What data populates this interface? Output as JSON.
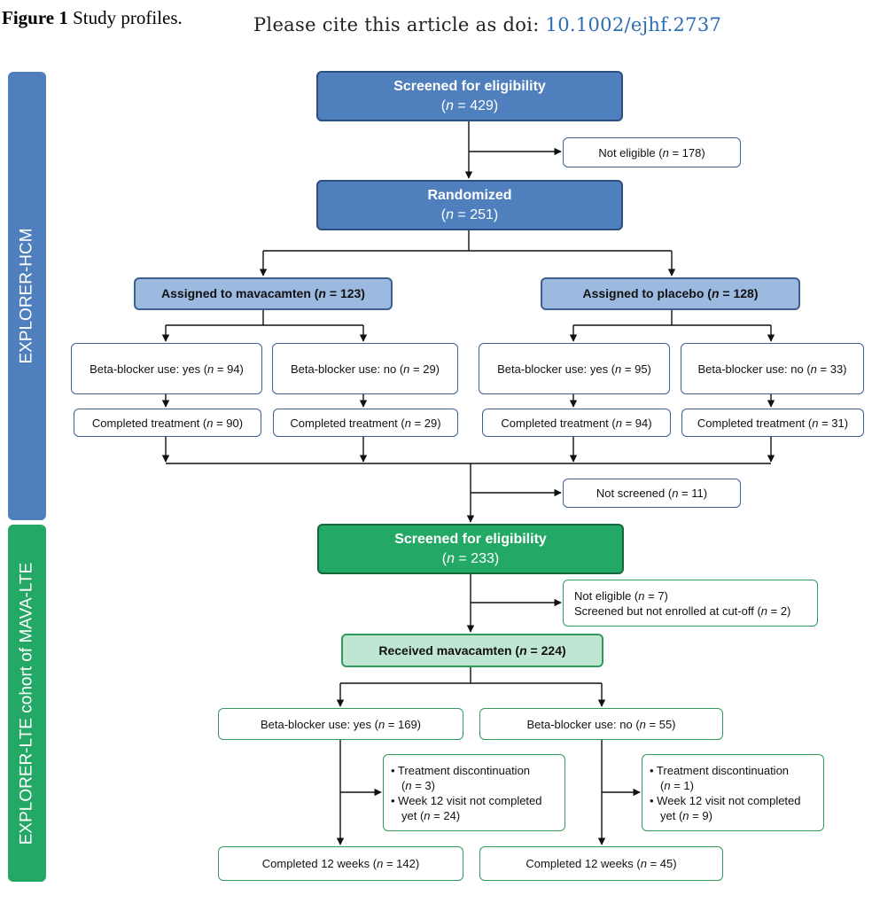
{
  "caption": {
    "label": "Figure 1",
    "text": "Study profiles."
  },
  "cite": {
    "text": "Please cite this article as doi: ",
    "doi": "10.1002/ejhf.2737"
  },
  "bands": {
    "top": "EXPLORER-HCM",
    "bottom": "EXPLORER-LTE cohort of MAVA-LTE"
  },
  "hcm": {
    "screened": {
      "title": "Screened for eligibility",
      "n": "(n = 429)"
    },
    "not_eligible": "Not eligible (n = 178)",
    "randomized": {
      "title": "Randomized",
      "n": "(n = 251)"
    },
    "arm_mava": "Assigned to mavacamten (n = 123)",
    "arm_placebo": "Assigned to placebo (n = 128)",
    "subgroups": [
      {
        "bb": "Beta-blocker use: yes (n = 94)",
        "completed": "Completed treatment (n = 90)"
      },
      {
        "bb": "Beta-blocker use: no (n = 29)",
        "completed": "Completed treatment (n = 29)"
      },
      {
        "bb": "Beta-blocker use: yes (n = 95)",
        "completed": "Completed treatment (n = 94)"
      },
      {
        "bb": "Beta-blocker use: no (n = 33)",
        "completed": "Completed treatment (n = 31)"
      }
    ],
    "not_screened": "Not screened (n = 11)"
  },
  "lte": {
    "screened": {
      "title": "Screened for eligibility",
      "n": "(n = 233)"
    },
    "excluded": {
      "line1": "Not eligible (n = 7)",
      "line2": "Screened but not enrolled at cut-off (n = 2)"
    },
    "received": "Received mavacamten (n = 224)",
    "groups": [
      {
        "bb": "Beta-blocker use: yes (n = 169)",
        "disc1": "• Treatment discontinuation",
        "disc1n": "(n = 3)",
        "disc2": "• Week 12 visit not completed",
        "disc2n": "yet (n = 24)",
        "completed": "Completed 12 weeks (n = 142)"
      },
      {
        "bb": "Beta-blocker use: no (n = 55)",
        "disc1": "• Treatment discontinuation",
        "disc1n": "(n = 1)",
        "disc2": "• Week 12 visit not completed",
        "disc2n": "yet (n = 9)",
        "completed": "Completed 12 weeks (n = 45)"
      }
    ]
  },
  "colors": {
    "hcm_band": "#4f7fbd",
    "lte_band": "#24a866",
    "doi_link": "#2a6cb5"
  }
}
